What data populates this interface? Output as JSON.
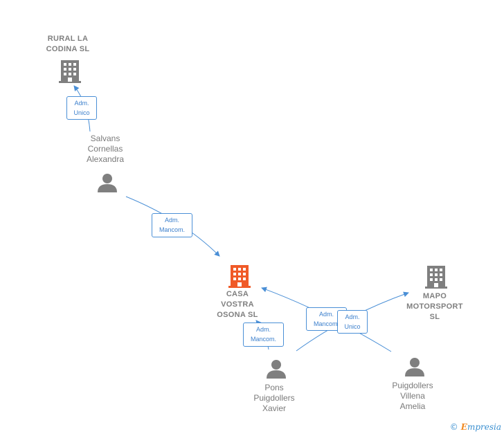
{
  "companies": {
    "rural": {
      "line1": "RURAL LA",
      "line2": "CODINA SL"
    },
    "casa": {
      "line1": "CASA",
      "line2": "VOSTRA",
      "line3": "OSONA  SL"
    },
    "mapo": {
      "line1": "MAPO",
      "line2": "MOTORSPORT",
      "line3": "SL"
    }
  },
  "people": {
    "salvans": {
      "line1": "Salvans",
      "line2": "Cornellas",
      "line3": "Alexandra"
    },
    "pons": {
      "line1": "Pons",
      "line2": "Puigdollers",
      "line3": "Xavier"
    },
    "puigdollers": {
      "line1": "Puigdollers",
      "line2": "Villena",
      "line3": "Amelia"
    }
  },
  "edge_labels": {
    "salvans_rural": {
      "line1": "Adm.",
      "line2": "Unico"
    },
    "salvans_casa": {
      "line1": "Adm.",
      "line2": "Mancom."
    },
    "pons_casa": {
      "line1": "Adm.",
      "line2": "Mancom."
    },
    "puig_casa": {
      "line1": "Adm.",
      "line2": "Mancom."
    },
    "pons_mapo": {
      "line1": "Adm.",
      "line2": "Unico"
    }
  },
  "footer": {
    "copyright": "©",
    "brand_initial": "E",
    "brand_rest": "mpresia"
  },
  "colors": {
    "main_company": "#f05a28",
    "company": "#7f7f7f",
    "person": "#7f7f7f",
    "edge": "#4a8fd6"
  }
}
